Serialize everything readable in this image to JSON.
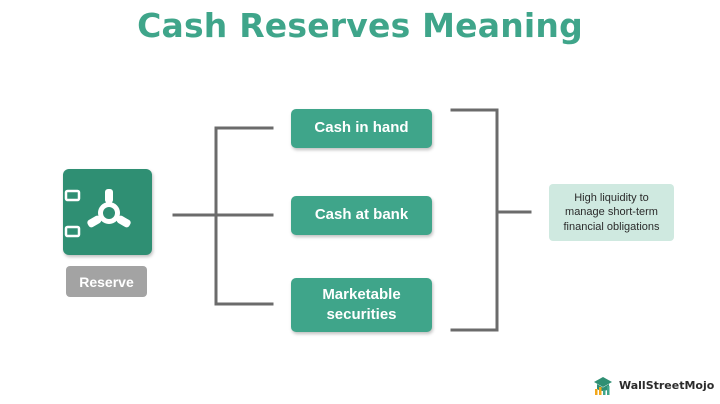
{
  "title": "Cash Reserves Meaning",
  "source": {
    "label": "Reserve"
  },
  "components": [
    {
      "label": "Cash in hand"
    },
    {
      "label": "Cash at bank"
    },
    {
      "label": "Marketable securities"
    }
  ],
  "result": {
    "text": "High liquidity to manage short-term financial obligations"
  },
  "brand": {
    "name": "WallStreetMojo"
  },
  "colors": {
    "accent": "#3fa58a",
    "safe": "#2f8f73",
    "connector": "#6b6b6b",
    "result_bg": "#cfe9e0",
    "badge": "#a3a3a3"
  },
  "icons": {
    "source": "safe-vault-icon",
    "brand": "wallstreetmojo-logo-icon"
  }
}
